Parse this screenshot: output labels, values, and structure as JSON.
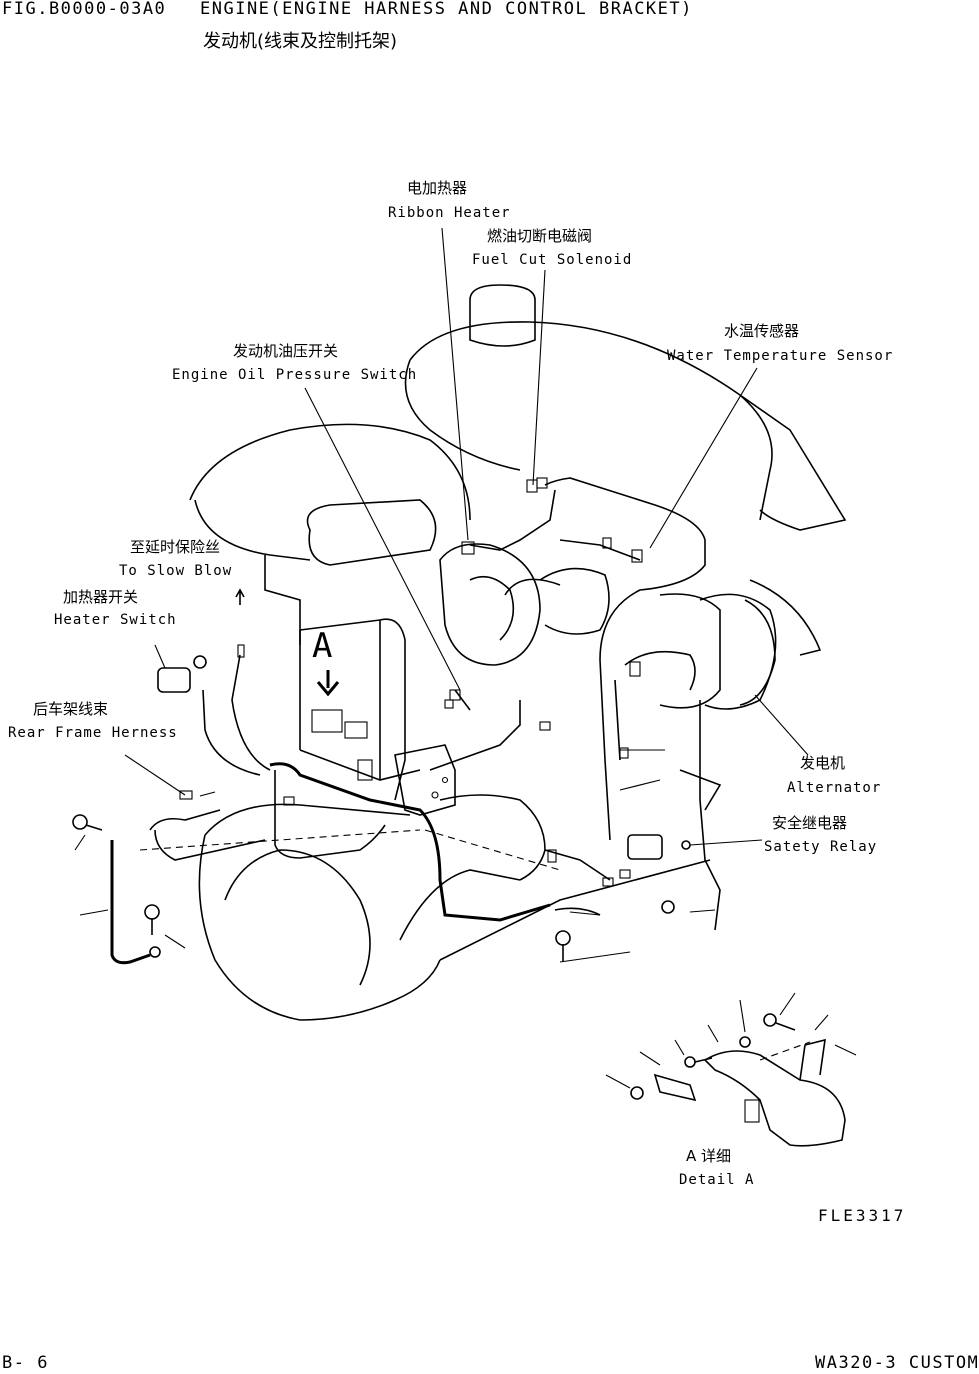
{
  "header": {
    "fig_no": "FIG.B0000-03A0",
    "title_en": "ENGINE(ENGINE HARNESS AND CONTROL BRACKET)",
    "title_cn": "发动机(线束及控制托架)"
  },
  "labels": {
    "ribbon_heater_cn": "电加热器",
    "ribbon_heater_en": "Ribbon Heater",
    "fuel_cut_cn": "燃油切断电磁阀",
    "fuel_cut_en": "Fuel Cut Solenoid",
    "water_temp_cn": "水温传感器",
    "water_temp_en": "Water Temperature Sensor",
    "oil_pressure_cn": "发动机油压开关",
    "oil_pressure_en": "Engine Oil Pressure Switch",
    "slow_blow_cn": "至延时保险丝",
    "slow_blow_en": "To Slow Blow",
    "heater_switch_cn": "加热器开关",
    "heater_switch_en": "Heater Switch",
    "rear_frame_cn": "后车架线束",
    "rear_frame_en": "Rear Frame Herness",
    "alternator_cn": "发电机",
    "alternator_en": "Alternator",
    "safety_relay_cn": "安全继电器",
    "safety_relay_en": "Satety Relay",
    "detail_letter": "A",
    "detail_cn": "A 详细",
    "detail_en": "Detail A"
  },
  "drawing_code": "FLE3317",
  "footer": {
    "page": "B-  6",
    "model": "WA320-3 CUSTOM"
  }
}
